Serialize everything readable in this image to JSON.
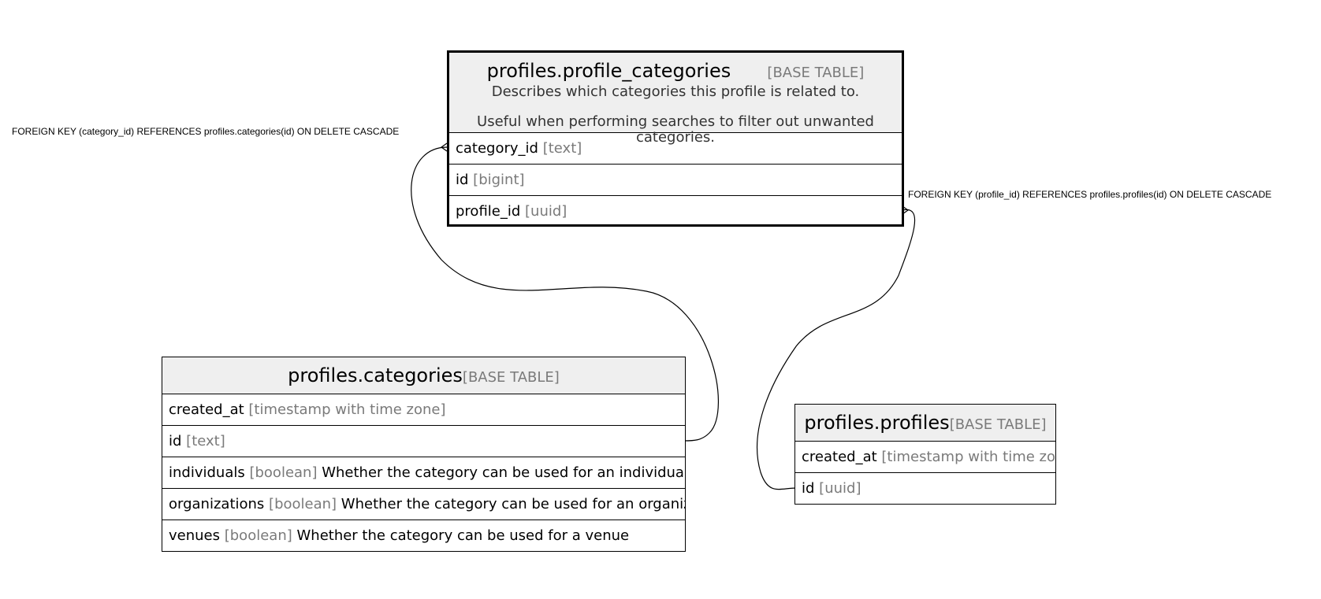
{
  "tables": {
    "profile_categories": {
      "title": "profiles.profile_categories",
      "kind": "[BASE TABLE]",
      "description_line1": "Describes which categories this profile is related to.",
      "description_line2": "Useful when performing searches to filter out unwanted categories.",
      "columns": [
        {
          "name": "category_id",
          "type": "[text]"
        },
        {
          "name": "id",
          "type": "[bigint]"
        },
        {
          "name": "profile_id",
          "type": "[uuid]"
        }
      ]
    },
    "categories": {
      "title": "profiles.categories",
      "kind": "[BASE TABLE]",
      "columns": [
        {
          "name": "created_at",
          "type": "[timestamp with time zone]",
          "desc": ""
        },
        {
          "name": "id",
          "type": "[text]",
          "desc": ""
        },
        {
          "name": "individuals",
          "type": "[boolean]",
          "desc": "Whether the category can be used for an individual"
        },
        {
          "name": "organizations",
          "type": "[boolean]",
          "desc": "Whether the category can be used for an organization"
        },
        {
          "name": "venues",
          "type": "[boolean]",
          "desc": "Whether the category can be used for a venue"
        }
      ]
    },
    "profiles": {
      "title": "profiles.profiles",
      "kind": "[BASE TABLE]",
      "columns": [
        {
          "name": "created_at",
          "type": "[timestamp with time zone]"
        },
        {
          "name": "id",
          "type": "[uuid]"
        }
      ]
    }
  },
  "relations": {
    "category_fk": "FOREIGN KEY (category_id) REFERENCES profiles.categories(id) ON DELETE CASCADE",
    "profile_fk": "FOREIGN KEY (profile_id) REFERENCES profiles.profiles(id) ON DELETE CASCADE"
  }
}
